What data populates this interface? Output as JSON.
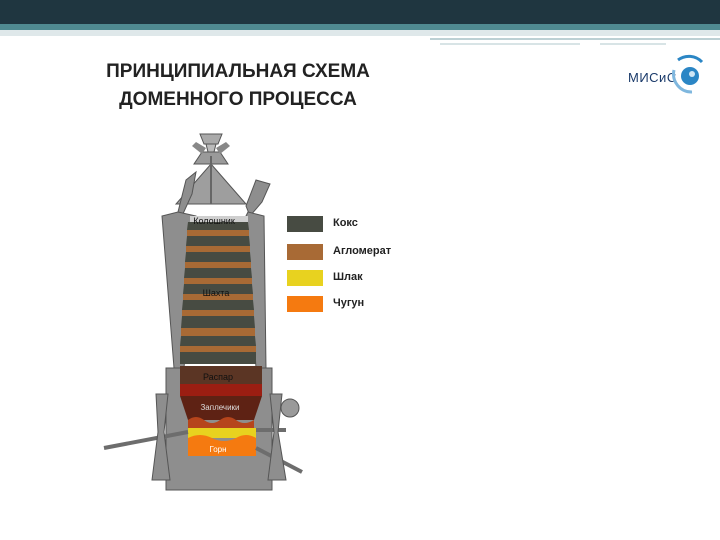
{
  "title": {
    "line1": "ПРИНЦИПИАЛЬНАЯ СХЕМА",
    "line2": "ДОМЕННОГО ПРОЦЕССА"
  },
  "logo": {
    "text": "МИСиС"
  },
  "furnace_labels": {
    "top": "Колошник",
    "shaft": "Шахта",
    "belly": "Распар",
    "bosh": "Заплечики",
    "hearth": "Горн"
  },
  "legend": [
    {
      "label": "Кокс",
      "color": "#474b42"
    },
    {
      "label": "Агломерат",
      "color": "#a86a35"
    },
    {
      "label": "Шлак",
      "color": "#e8d21f"
    },
    {
      "label": "Чугун",
      "color": "#f57a10"
    }
  ],
  "colors": {
    "wall": "#8e8e8e",
    "wall_dark": "#6d6d6d",
    "coke": "#474b42",
    "sinter": "#a86a35",
    "belly": "#6b3a2a",
    "bosh_red": "#9b1e12",
    "bosh_dark": "#5e2214",
    "slag": "#e8d21f",
    "iron": "#f57a10"
  }
}
